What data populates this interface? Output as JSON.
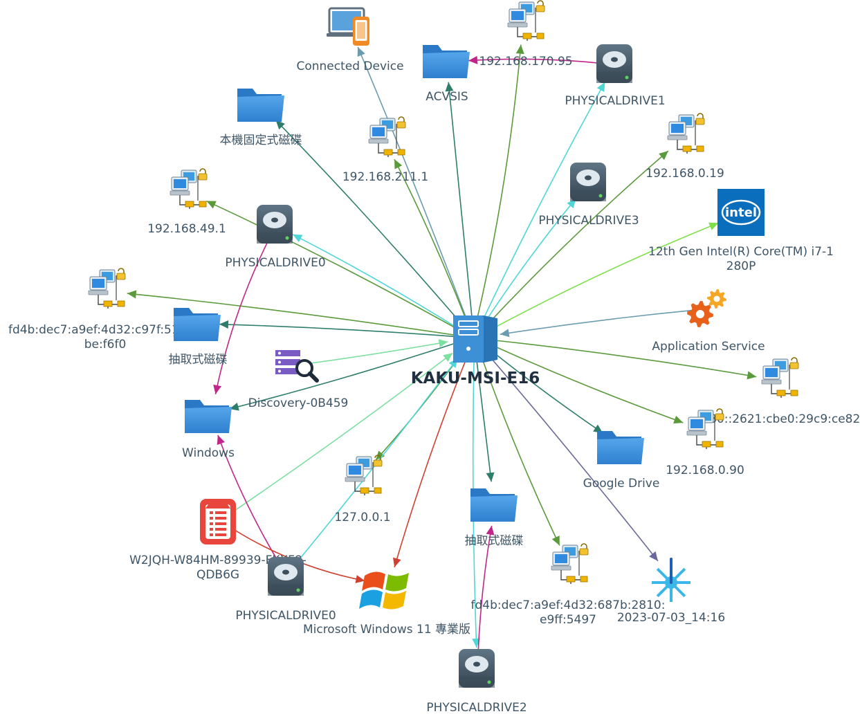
{
  "center": {
    "id": "host",
    "label": "KAKU-MSI-E16"
  },
  "nodes": [
    {
      "id": "connected",
      "type": "device",
      "label": "Connected Device"
    },
    {
      "id": "acvsis",
      "type": "folder",
      "label": "ACVSIS"
    },
    {
      "id": "ip170",
      "type": "network",
      "label": "192.168.170.95"
    },
    {
      "id": "pd1",
      "type": "drive",
      "label": "PHYSICALDRIVE1"
    },
    {
      "id": "localdisk",
      "type": "folder",
      "label": "本機固定式磁碟"
    },
    {
      "id": "ip211",
      "type": "network",
      "label": "192.168.211.1"
    },
    {
      "id": "ip019",
      "type": "network",
      "label": "192.168.0.19"
    },
    {
      "id": "pd3",
      "type": "drive",
      "label": "PHYSICALDRIVE3"
    },
    {
      "id": "ip049",
      "type": "network",
      "label": "192.168.49.1"
    },
    {
      "id": "intel",
      "type": "cpu",
      "label": "12th Gen Intel(R) Core(TM) i7-1",
      "label2": "280P"
    },
    {
      "id": "pd0a",
      "type": "drive",
      "label": "PHYSICALDRIVE0"
    },
    {
      "id": "appsvc",
      "type": "service",
      "label": "Application Service"
    },
    {
      "id": "ipv6a",
      "type": "network",
      "label": "fd4b:dec7:a9ef:4d32:c97f:51f8:4",
      "label2": "be:f6f0"
    },
    {
      "id": "removable1",
      "type": "folder",
      "label": "抽取式磁碟"
    },
    {
      "id": "discovery",
      "type": "discovery",
      "label": "Discovery-0B459"
    },
    {
      "id": "fe80",
      "type": "network",
      "label": "fe80::2621:cbe0:29c9:ce82"
    },
    {
      "id": "windows",
      "type": "folder",
      "label": "Windows"
    },
    {
      "id": "gdrive",
      "type": "folder",
      "label": "Google Drive"
    },
    {
      "id": "ip090",
      "type": "network",
      "label": "192.168.0.90"
    },
    {
      "id": "localhost",
      "type": "network",
      "label": "127.0.0.1"
    },
    {
      "id": "removable2",
      "type": "folder",
      "label": "抽取式磁碟"
    },
    {
      "id": "license",
      "type": "license",
      "label": "W2JQH-W84HM-89939-FKXF8-",
      "label2": "QDB6G"
    },
    {
      "id": "ipv6b",
      "type": "network",
      "label": "fd4b:dec7:a9ef:4d32:687b:2810:",
      "label2": "e9ff:5497"
    },
    {
      "id": "snapshot",
      "type": "snapshot",
      "label": "2023-07-03_14:16"
    },
    {
      "id": "pd0b",
      "type": "drive",
      "label": "PHYSICALDRIVE0"
    },
    {
      "id": "win11",
      "type": "os",
      "label": "Microsoft Windows 11 專業版"
    },
    {
      "id": "pd2",
      "type": "drive",
      "label": "PHYSICALDRIVE2"
    }
  ],
  "edges": [
    {
      "from": "host",
      "to": "connected",
      "color": "#6a9cb0"
    },
    {
      "from": "host",
      "to": "acvsis",
      "color": "#2e7d6b"
    },
    {
      "from": "host",
      "to": "ip170",
      "color": "#5a9a3a"
    },
    {
      "from": "pd1",
      "to": "acvsis",
      "color": "#c0268a"
    },
    {
      "from": "host",
      "to": "pd1",
      "color": "#4fd6d6"
    },
    {
      "from": "host",
      "to": "localdisk",
      "color": "#2e7d6b"
    },
    {
      "from": "host",
      "to": "ip211",
      "color": "#5a9a3a"
    },
    {
      "from": "host",
      "to": "ip019",
      "color": "#5a9a3a"
    },
    {
      "from": "host",
      "to": "pd3",
      "color": "#4fd6d6"
    },
    {
      "from": "host",
      "to": "ip049",
      "color": "#5a9a3a"
    },
    {
      "from": "host",
      "to": "intel",
      "color": "#7de04a"
    },
    {
      "from": "host",
      "to": "pd0a",
      "color": "#4fd6d6"
    },
    {
      "from": "appsvc",
      "to": "host",
      "color": "#6a9cb0"
    },
    {
      "from": "host",
      "to": "ipv6a",
      "color": "#5a9a3a"
    },
    {
      "from": "host",
      "to": "removable1",
      "color": "#2e7d6b"
    },
    {
      "from": "discovery",
      "to": "host",
      "color": "#7be0a0"
    },
    {
      "from": "host",
      "to": "fe80",
      "color": "#5a9a3a"
    },
    {
      "from": "host",
      "to": "windows",
      "color": "#2e7d6b"
    },
    {
      "from": "pd0a",
      "to": "windows",
      "color": "#c0268a"
    },
    {
      "from": "host",
      "to": "gdrive",
      "color": "#2e7d6b"
    },
    {
      "from": "host",
      "to": "ip090",
      "color": "#5a9a3a"
    },
    {
      "from": "host",
      "to": "localhost",
      "color": "#5a9a3a"
    },
    {
      "from": "host",
      "to": "removable2",
      "color": "#2e7d6b"
    },
    {
      "from": "license",
      "to": "host",
      "color": "#7be0a0"
    },
    {
      "from": "pd0b",
      "to": "windows",
      "color": "#c0268a"
    },
    {
      "from": "host",
      "to": "ipv6b",
      "color": "#5a9a3a"
    },
    {
      "from": "host",
      "to": "snapshot",
      "color": "#6a6a9a"
    },
    {
      "from": "pd0b",
      "to": "host",
      "color": "#4fd6d6"
    },
    {
      "from": "host",
      "to": "win11",
      "color": "#d04030"
    },
    {
      "from": "license",
      "to": "win11",
      "color": "#d04030"
    },
    {
      "from": "host",
      "to": "pd2",
      "color": "#4fd6d6"
    },
    {
      "from": "pd2",
      "to": "removable2",
      "color": "#c0268a"
    }
  ],
  "colors": {
    "folder": "#3a8ddb",
    "drive": "#3d4f5c",
    "host": "#2f7fc4",
    "cpu": "#0a6ebd",
    "gear": "#f07d12",
    "license": "#e8453c",
    "snapshot": "#3ab7e8",
    "discovery": "#7a5bc4"
  }
}
